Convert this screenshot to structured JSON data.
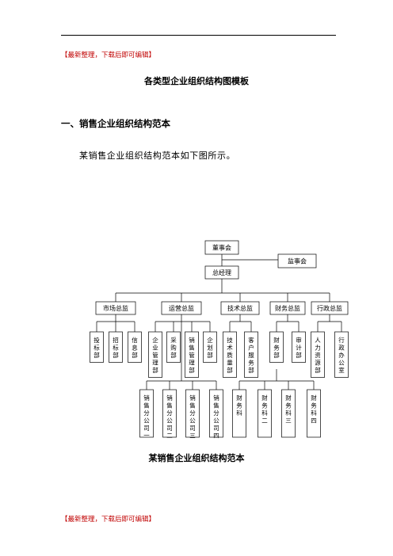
{
  "header_note": "【最新整理，下载后即可编辑】",
  "footer_note": "【最新整理，下载后即可编辑】",
  "doc_title": "各类型企业组织结构图模板",
  "section_heading": "一、销售企业组织结构范本",
  "intro_text": "某销售企业组织结构范本如下图所示。",
  "figure_caption": "某销售企业组织结构范本",
  "org": {
    "board": "董事会",
    "supervisors": "监事会",
    "gm": "总经理",
    "directors": [
      "市场总监",
      "运营总监",
      "技术总监",
      "财务总监",
      "行政总监"
    ],
    "departments": [
      "投标部",
      "招标部",
      "信息部",
      "企业管理部",
      "采购部",
      "销售管理部",
      "企划部",
      "技术质量部",
      "客户服务部",
      "财务部",
      "审计部",
      "人力资源部",
      "行政办公室"
    ],
    "branches": [
      "销售分公司一",
      "销售分公司二",
      "销售分公司三",
      "销售分公司四",
      "财务科",
      "财务科二",
      "财务科三",
      "财务科四"
    ]
  }
}
